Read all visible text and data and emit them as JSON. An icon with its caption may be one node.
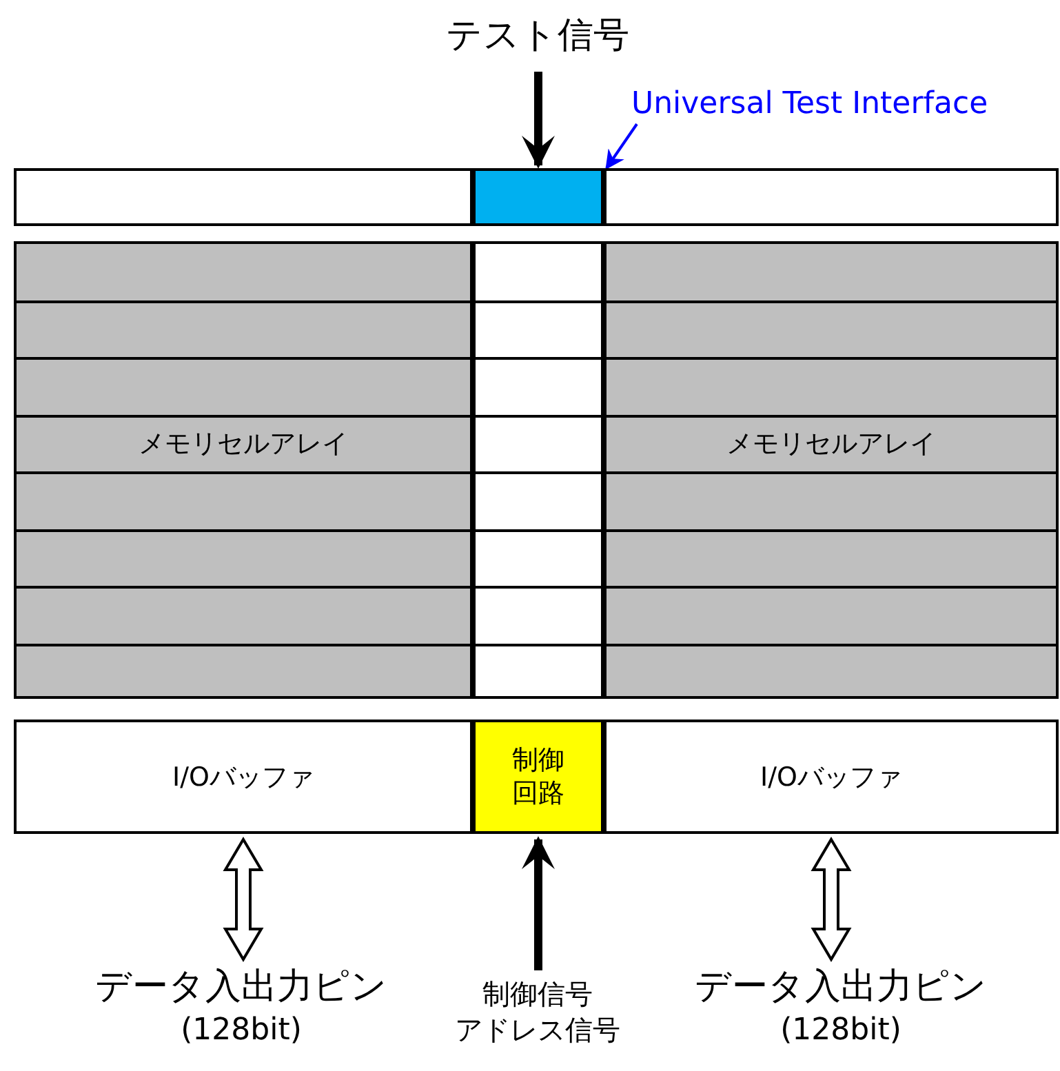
{
  "diagram": {
    "nodes": [
      {
        "text": [
          "テスト信号"
        ]
      },
      {
        "text": [
          "Universal Test Interface"
        ]
      },
      {
        "text": [],
        "shape": "box"
      },
      {
        "text": [],
        "shape": "box"
      },
      {
        "text": [],
        "shape": "box"
      },
      {
        "text": [
          "メモリセルアレイ"
        ]
      },
      {
        "text": [],
        "shape": "box"
      },
      {
        "text": [
          "メモリセルアレイ"
        ]
      },
      {
        "text": [
          "I/Oバッファ"
        ]
      },
      {
        "text": [
          "制御回路"
        ]
      },
      {
        "text": [
          "I/Oバッファ"
        ]
      },
      {
        "text": [
          "データ入出力ピン",
          "(128bit)"
        ]
      },
      {
        "text": [
          "制御信号",
          "アドレス信号"
        ]
      },
      {
        "text": [
          "データ入出力ピン",
          "(128bit)"
        ]
      }
    ],
    "edges": [
      {
        "from": 0,
        "to": 3,
        "arrow": "to"
      },
      {
        "from": 1,
        "to": 3,
        "arrow": "to",
        "color": "#0000ff"
      },
      {
        "from": 11,
        "to": 8,
        "arrow": "both"
      },
      {
        "from": 12,
        "to": 9,
        "arrow": "to"
      },
      {
        "from": 13,
        "to": 10,
        "arrow": "both"
      }
    ]
  }
}
